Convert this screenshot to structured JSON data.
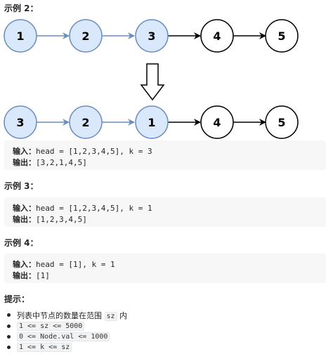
{
  "example2": {
    "title": "示例 2：",
    "before": [
      "1",
      "2",
      "3",
      "4",
      "5"
    ],
    "after": [
      "3",
      "2",
      "1",
      "4",
      "5"
    ],
    "input_label": "输入：",
    "input_value": "head = [1,2,3,4,5], k = 3",
    "output_label": "输出：",
    "output_value": "[3,2,1,4,5]"
  },
  "example3": {
    "title": "示例 3：",
    "input_label": "输入：",
    "input_value": "head = [1,2,3,4,5], k = 1",
    "output_label": "输出：",
    "output_value": "[1,2,3,4,5]"
  },
  "example4": {
    "title": "示例 4：",
    "input_label": "输入：",
    "input_value": "head = [1], k = 1",
    "output_label": "输出：",
    "output_value": "[1]"
  },
  "hints": {
    "title": "提示：",
    "item1_pre": "列表中节点的数量在范围 ",
    "item1_code": "sz",
    "item1_post": " 内",
    "item2": "1 <= sz <= 5000",
    "item3": "0 <= Node.val <= 1000",
    "item4": "1 <= k <= sz"
  },
  "colors": {
    "highlight_fill": "#dae8fc",
    "highlight_stroke": "#6c8ebf",
    "plain_fill": "#ffffff",
    "plain_stroke": "#000000"
  }
}
